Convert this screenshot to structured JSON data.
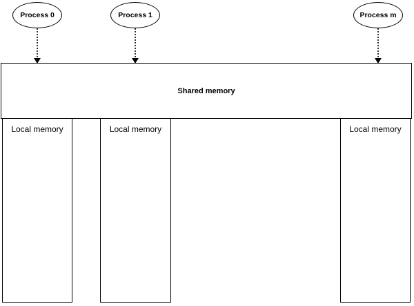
{
  "processes": [
    {
      "label": "Process 0"
    },
    {
      "label": "Process 1"
    },
    {
      "label": "Process m"
    }
  ],
  "shared_memory": {
    "label": "Shared memory"
  },
  "local_memories": [
    {
      "label": "Local memory"
    },
    {
      "label": "Local memory"
    },
    {
      "label": "Local memory"
    }
  ]
}
